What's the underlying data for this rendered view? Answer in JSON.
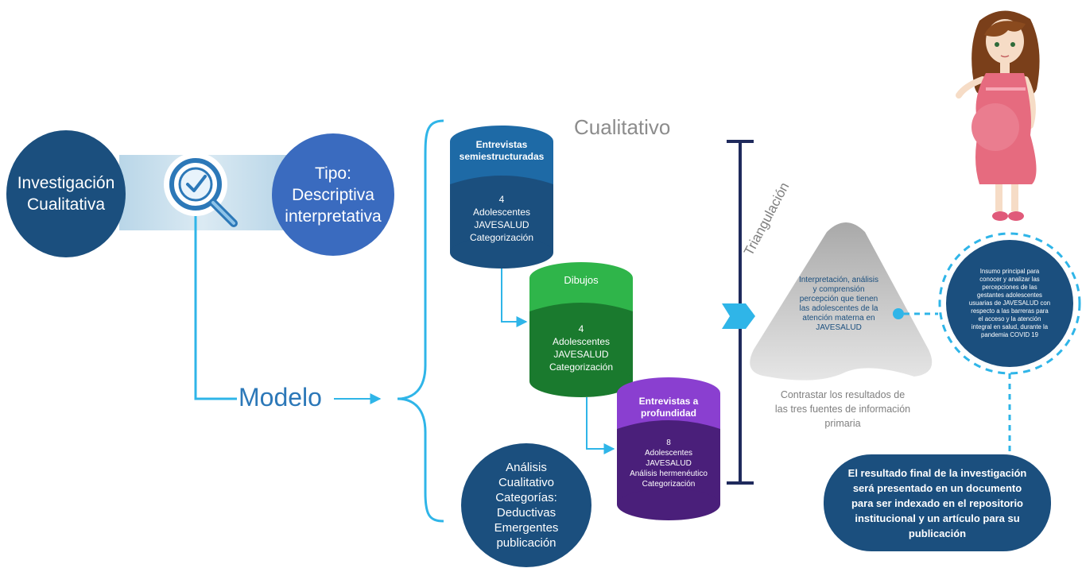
{
  "left": {
    "investigacion": [
      "Investigación",
      "Cualitativa"
    ],
    "tipo": [
      "Tipo:",
      "Descriptiva",
      "interpretativa"
    ],
    "modelo": "Modelo",
    "analisis": [
      "Análisis",
      "Cualitativo",
      "Categorías:",
      "Deductivas",
      "Emergentes",
      "publicación"
    ]
  },
  "center": {
    "section_title": "Cualitativo",
    "cyl1": {
      "title": [
        "Entrevistas",
        "semiestructuradas"
      ],
      "body": [
        "4",
        "Adolescentes",
        "JAVESALUD",
        "Categorización"
      ]
    },
    "cyl2": {
      "title": [
        "Dibujos"
      ],
      "body": [
        "4",
        "Adolescentes",
        "JAVESALUD",
        "Categorización"
      ]
    },
    "cyl3": {
      "title": [
        "Entrevistas a",
        "profundidad"
      ],
      "body": [
        "8",
        "Adolescentes",
        "JAVESALUD",
        "Análisis hermenéutico",
        "Categorización"
      ]
    }
  },
  "right": {
    "triangulacion": "Triangulación",
    "triangle_text": [
      "Interpretación, análisis",
      "y comprensión",
      "percepción que tienen",
      "las adolescentes de la",
      "atención materna en",
      "JAVESALUD"
    ],
    "contrastar": [
      "Contrastar los resultados de",
      "las tres fuentes de información",
      "primaria"
    ],
    "insumo": [
      "Insumo principal para",
      "conocer y analizar las",
      "percepciones de las",
      "gestantes adolescentes",
      "usuarias de JAVESALUD con",
      "respecto a las barreras para",
      "el acceso y la atención",
      "integral en salud, durante la",
      "pandemia COVID 19"
    ],
    "resultado": [
      "El resultado final de la investigación",
      "será presentado en un documento",
      "para ser indexado en el repositorio",
      "institucional y un artículo para su",
      "publicación"
    ]
  },
  "colors": {
    "dark_blue": "#1b4f7e",
    "mid_blue": "#3a6bbf",
    "light_blue": "#2fb5e8",
    "green": "#1f9e3a",
    "purple": "#6b2fa3",
    "navy_line": "#1f2a5c",
    "gray": "#bfbfbf"
  }
}
